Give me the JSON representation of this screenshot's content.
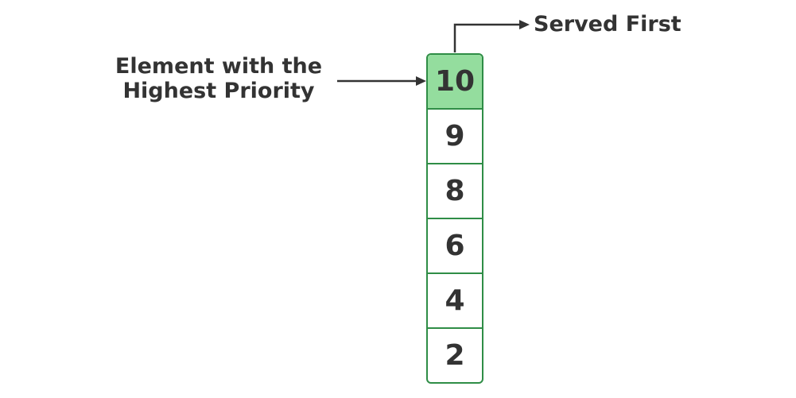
{
  "labels": {
    "highest_priority": [
      "Element with the",
      "Highest Priority"
    ],
    "served_first": "Served First"
  },
  "queue": {
    "items": [
      "10",
      "9",
      "8",
      "6",
      "4",
      "2"
    ],
    "highlight_index": 0
  },
  "colors": {
    "border": "#2f8d46",
    "highlight_fill": "#94dd9e",
    "text": "#333333",
    "arrow": "#333333"
  }
}
